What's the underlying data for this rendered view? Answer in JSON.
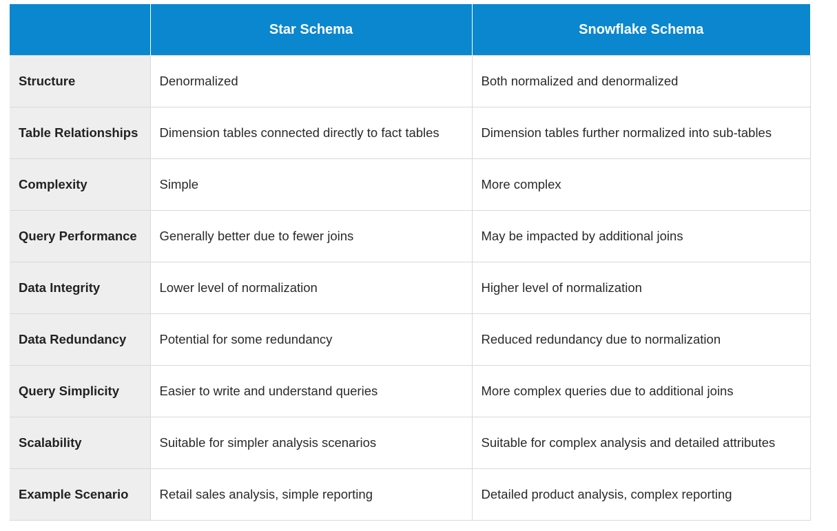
{
  "colors": {
    "header_bg": "#0a87cf",
    "header_text": "#ffffff",
    "label_bg": "#eeeeee",
    "border": "#d9d9d9"
  },
  "table": {
    "headers": [
      "",
      "Star Schema",
      "Snowflake Schema"
    ],
    "rows": [
      {
        "label": "Structure",
        "star": "Denormalized",
        "snowflake": "Both normalized and denormalized"
      },
      {
        "label": "Table Relationships",
        "star": "Dimension tables connected directly to fact tables",
        "snowflake": "Dimension tables further normalized into sub-tables"
      },
      {
        "label": "Complexity",
        "star": "Simple",
        "snowflake": "More complex"
      },
      {
        "label": "Query Performance",
        "star": "Generally better due to fewer joins",
        "snowflake": "May be impacted by additional joins"
      },
      {
        "label": "Data Integrity",
        "star": "Lower level of normalization",
        "snowflake": "Higher level of normalization"
      },
      {
        "label": "Data Redundancy",
        "star": "Potential for some redundancy",
        "snowflake": "Reduced redundancy due to normalization"
      },
      {
        "label": "Query Simplicity",
        "star": "Easier to write and understand queries",
        "snowflake": "More complex queries due to additional joins"
      },
      {
        "label": "Scalability",
        "star": "Suitable for simpler analysis scenarios",
        "snowflake": "Suitable for complex analysis and detailed attributes"
      },
      {
        "label": "Example Scenario",
        "star": "Retail sales analysis, simple reporting",
        "snowflake": "Detailed product analysis, complex reporting"
      }
    ]
  }
}
